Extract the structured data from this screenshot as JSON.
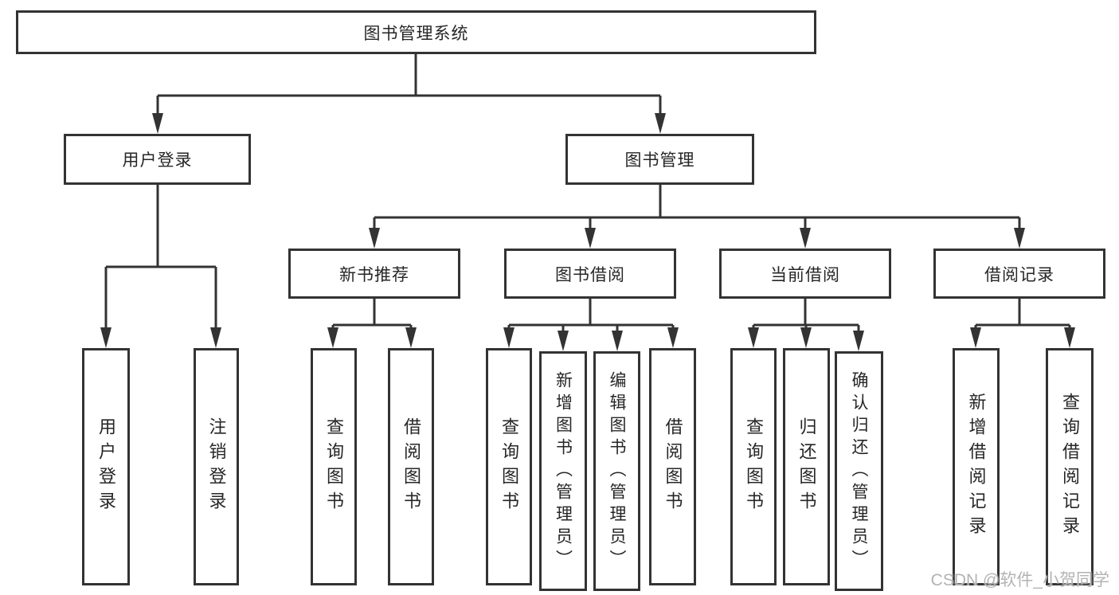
{
  "tree": {
    "label": "图书管理系统",
    "children": [
      {
        "label": "用户登录",
        "children": [
          {
            "label": "用户登录"
          },
          {
            "label": "注销登录"
          }
        ]
      },
      {
        "label": "图书管理",
        "children": [
          {
            "label": "新书推荐",
            "children": [
              {
                "label": "查询图书"
              },
              {
                "label": "借阅图书"
              }
            ]
          },
          {
            "label": "图书借阅",
            "children": [
              {
                "label": "查询图书"
              },
              {
                "label": "新增图书（管理员）"
              },
              {
                "label": "编辑图书（管理员）"
              },
              {
                "label": "借阅图书"
              }
            ]
          },
          {
            "label": "当前借阅",
            "children": [
              {
                "label": "查询图书"
              },
              {
                "label": "归还图书"
              },
              {
                "label": "确认归还（管理员）"
              }
            ]
          },
          {
            "label": "借阅记录",
            "children": [
              {
                "label": "新增借阅记录"
              },
              {
                "label": "查询借阅记录"
              }
            ]
          }
        ]
      }
    ]
  },
  "watermark": {
    "text": "CSDN @软件_小贺同学"
  },
  "colors": {
    "line": "#333333",
    "border": "#333333",
    "text": "#262626",
    "watermark": "#b3b3b3",
    "background": "#ffffff"
  }
}
